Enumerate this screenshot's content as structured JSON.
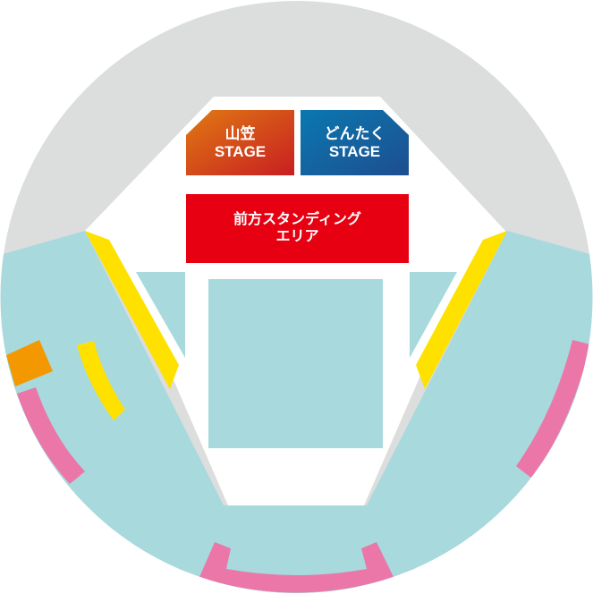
{
  "map": {
    "stages": [
      {
        "id": "yamakasa",
        "line1": "山笠",
        "line2": "STAGE",
        "color_from": "#e07a12",
        "color_to": "#c81e22"
      },
      {
        "id": "dontaku",
        "line1": "どんたく",
        "line2": "STAGE",
        "color_from": "#0a78b0",
        "color_to": "#1e4e90"
      }
    ],
    "standing_area": {
      "line1": "前方スタンディング",
      "line2": "エリア",
      "color": "#e60012"
    },
    "colors": {
      "seating": "#a8d9dd",
      "outer_ring": "#dcdddd",
      "aisle": "#ffffff",
      "yellow_zone": "#ffe100",
      "pink_zone": "#eb77a9",
      "orange_zone": "#f39800"
    }
  }
}
